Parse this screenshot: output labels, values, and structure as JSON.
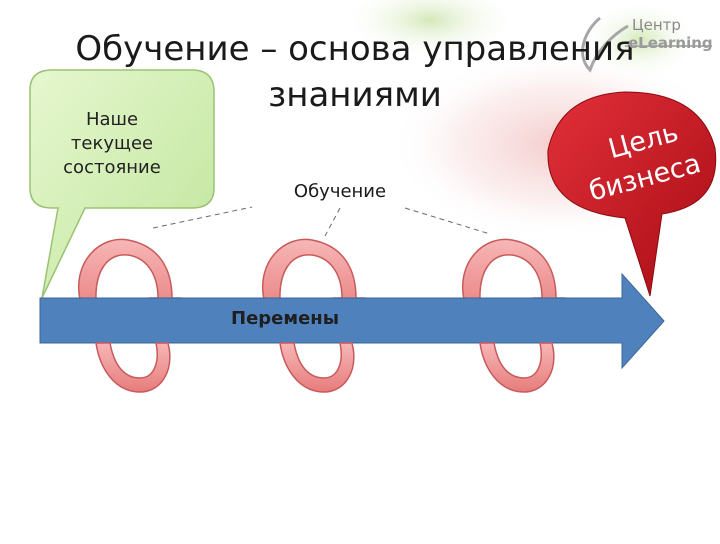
{
  "slide": {
    "title_line1": "Обучение – основа управления",
    "title_line2": "знаниями"
  },
  "left_bubble": {
    "line1": "Наше",
    "line2": "текущее",
    "line3": "состояние"
  },
  "right_bubble": {
    "word1": "Цель",
    "word2": "бизнеса"
  },
  "labels": {
    "learning": "Обучение",
    "changes": "Перемены"
  },
  "logo": {
    "line1": "Центр",
    "line2": "eLearning"
  },
  "colors": {
    "arrow": "#4f81bd",
    "loop": "#f08c8c",
    "left_bubble": "#d2f0b0",
    "right_bubble": "#c8141e"
  }
}
